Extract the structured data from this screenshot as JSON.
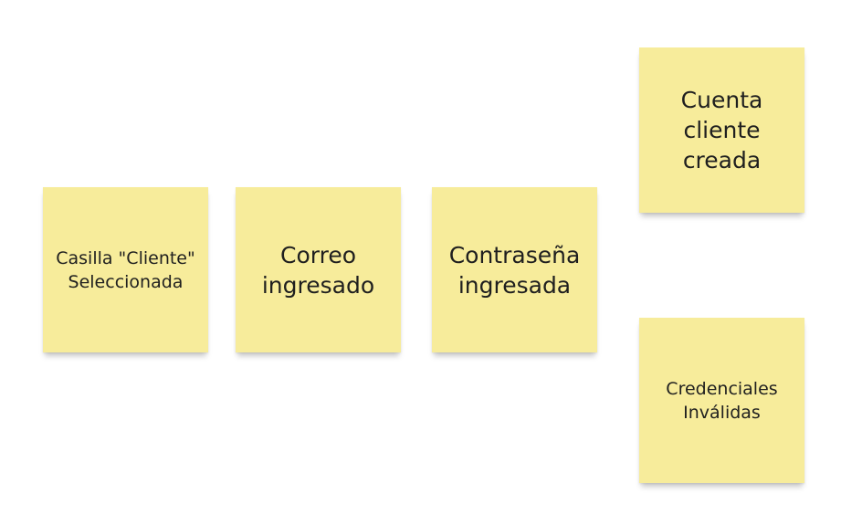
{
  "notes": [
    {
      "id": "n1",
      "text": "Casilla \"Cliente\"\nSeleccionada",
      "color": "#f7ec9b"
    },
    {
      "id": "n2",
      "text": "Correo\ningresado",
      "color": "#f7ec9b"
    },
    {
      "id": "n3",
      "text": "Contraseña\ningresada",
      "color": "#f7ec9b"
    },
    {
      "id": "n4",
      "text": "Cuenta\ncliente\ncreada",
      "color": "#f7ec9b"
    },
    {
      "id": "n5",
      "text": "Credenciales\nInválidas",
      "color": "#f7ec9b"
    }
  ]
}
